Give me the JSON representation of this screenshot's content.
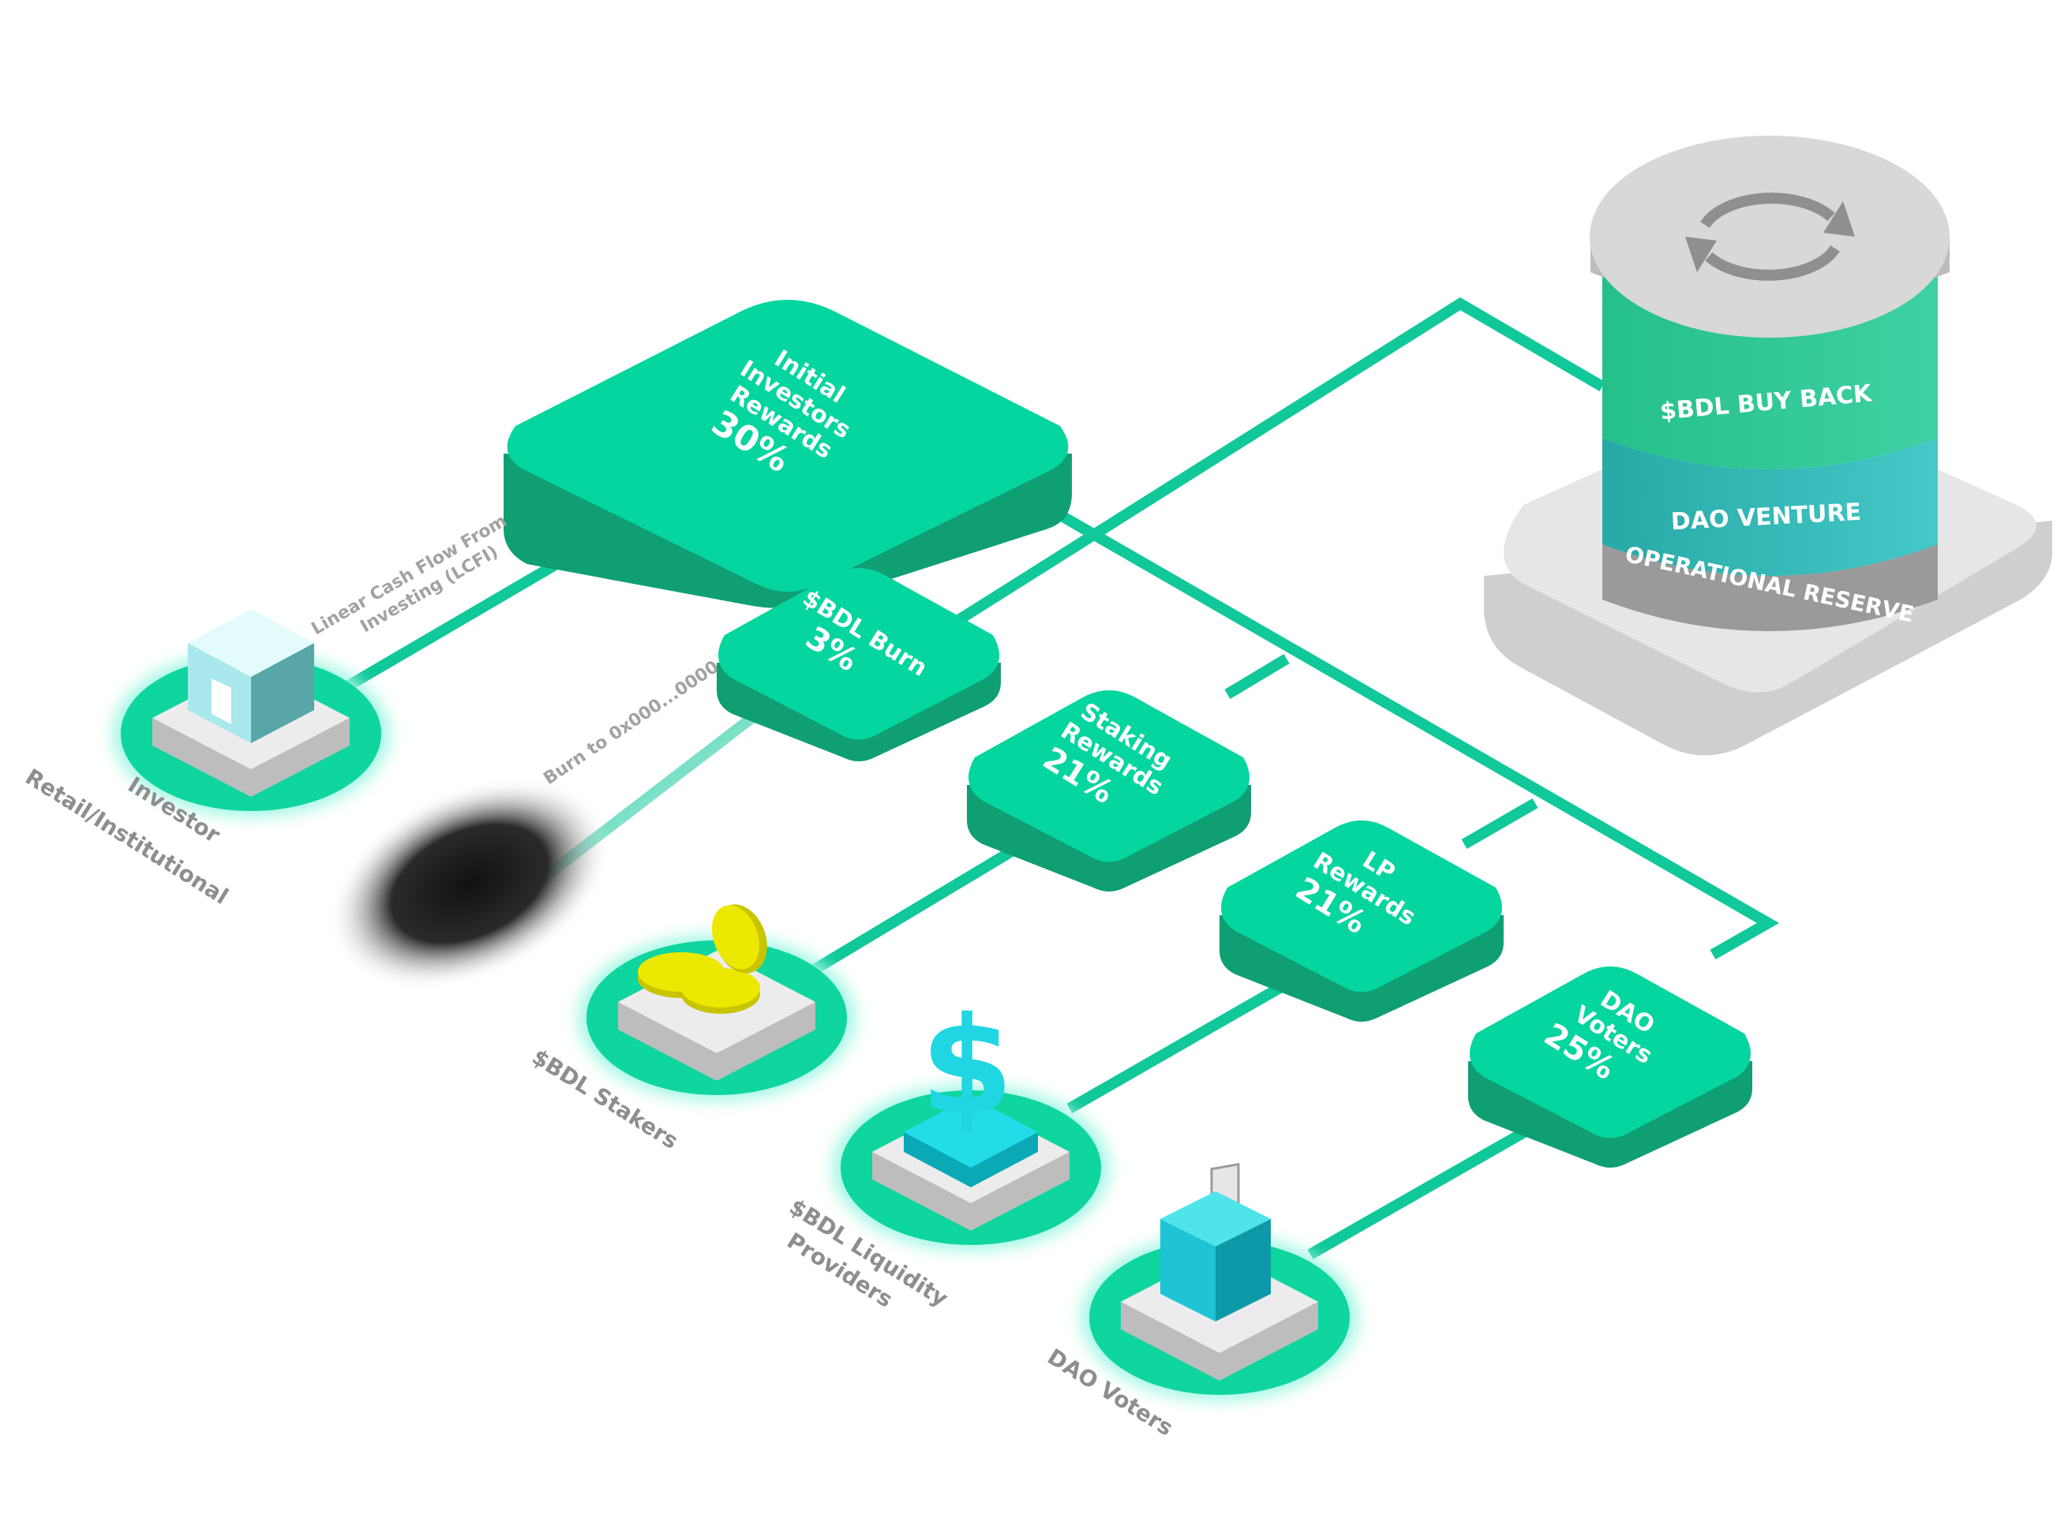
{
  "colors": {
    "flow_line": "#10c89a",
    "box_top": "#05d59f",
    "box_side": "#0f9f73",
    "glow": "#9ff7e3",
    "platform": "#e2e2e2",
    "gold": "#e8e400",
    "cyan": "#1fd6e2",
    "gray_text": "#8e8e8e"
  },
  "allocation_boxes": [
    {
      "line1": "Initial",
      "line2": "Investors",
      "line3": "Rewards",
      "percent": "30%"
    },
    {
      "line1": "$BDL Burn",
      "line2": "",
      "line3": "",
      "percent": "3%"
    },
    {
      "line1": "Staking",
      "line2": "Rewards",
      "line3": "",
      "percent": "21%"
    },
    {
      "line1": "LP",
      "line2": "Rewards",
      "line3": "",
      "percent": "21%"
    },
    {
      "line1": "DAO",
      "line2": "Voters",
      "line3": "",
      "percent": "25%"
    }
  ],
  "nodes": [
    {
      "line1": "Investor",
      "line2": "Retail/Institutional",
      "icon": "building-icon"
    },
    {
      "line1": "$BDL Stakers",
      "line2": "",
      "icon": "coins-icon"
    },
    {
      "line1": "$BDL Liquidity",
      "line2": "Providers",
      "icon": "dollar-sign-icon"
    },
    {
      "line1": "DAO Voters",
      "line2": "",
      "icon": "ballot-box-icon"
    }
  ],
  "flow_labels": {
    "investing_line1": "Linear Cash Flow From",
    "investing_line2": "Investing (LCFI)",
    "burn": "Burn to 0x000...0000"
  },
  "treasury": {
    "layer_top": "$BDL BUY BACK",
    "layer_middle": "DAO VENTURE",
    "layer_bottom": "OPERATIONAL RESERVE",
    "icon": "refresh-cycle-icon"
  }
}
